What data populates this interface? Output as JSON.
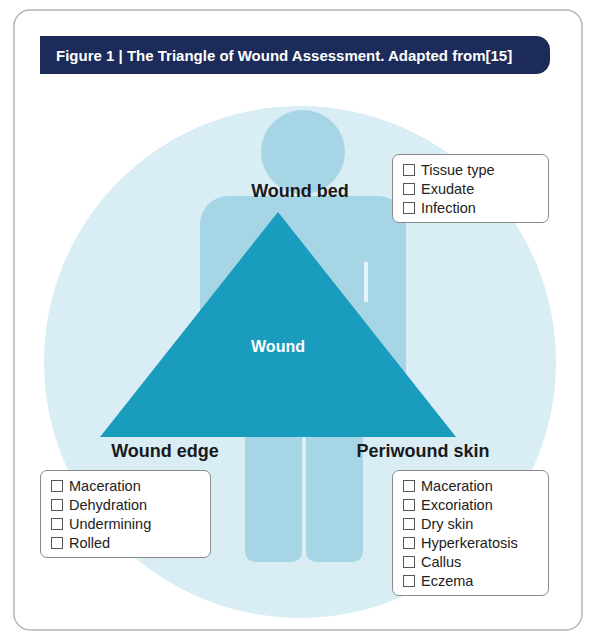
{
  "diagram": {
    "title": "Figure 1 | The Triangle of Wound Assessment. Adapted from[15]",
    "nodes": [
      {
        "text": [
          "Wound"
        ]
      },
      {
        "text": [
          "Tissue type",
          "Exudate",
          "Infection"
        ]
      },
      {
        "text": [
          "Maceration",
          "Dehydration",
          "Undermining",
          "Rolled"
        ]
      },
      {
        "text": [
          "Maceration",
          "Excoriation",
          "Dry skin",
          "Hyperkeratosis",
          "Callus",
          "Eczema"
        ]
      }
    ],
    "labels": [
      "Wound bed",
      "Wound edge",
      "Periwound skin"
    ]
  }
}
